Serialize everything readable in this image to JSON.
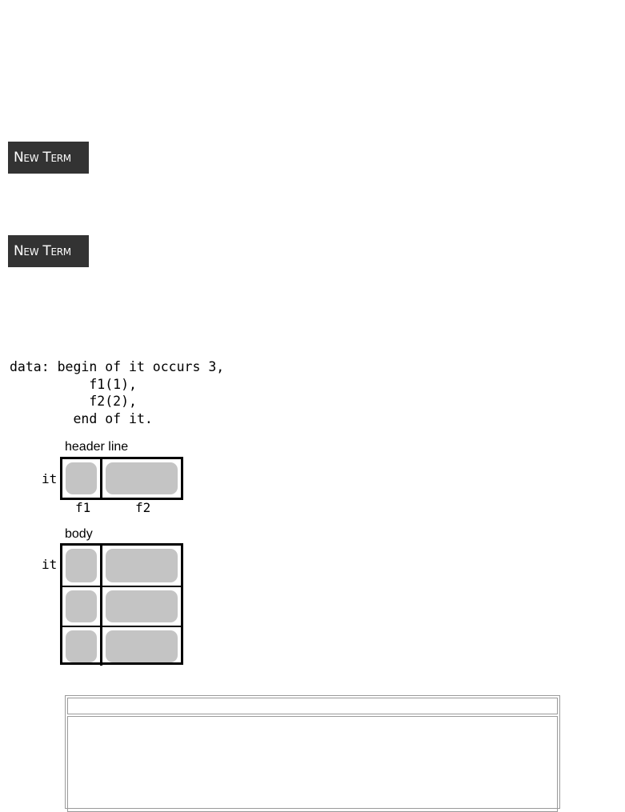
{
  "badges": [
    {
      "label": "New Term"
    },
    {
      "label": "New Term"
    }
  ],
  "code": "data: begin of it occurs 3,\n          f1(1),\n          f2(2),\n        end of it.",
  "diagram": {
    "header_title": "header line",
    "body_title": "body",
    "table_name": "it",
    "field1": "f1",
    "field2": "f2",
    "body_rows": 3
  }
}
